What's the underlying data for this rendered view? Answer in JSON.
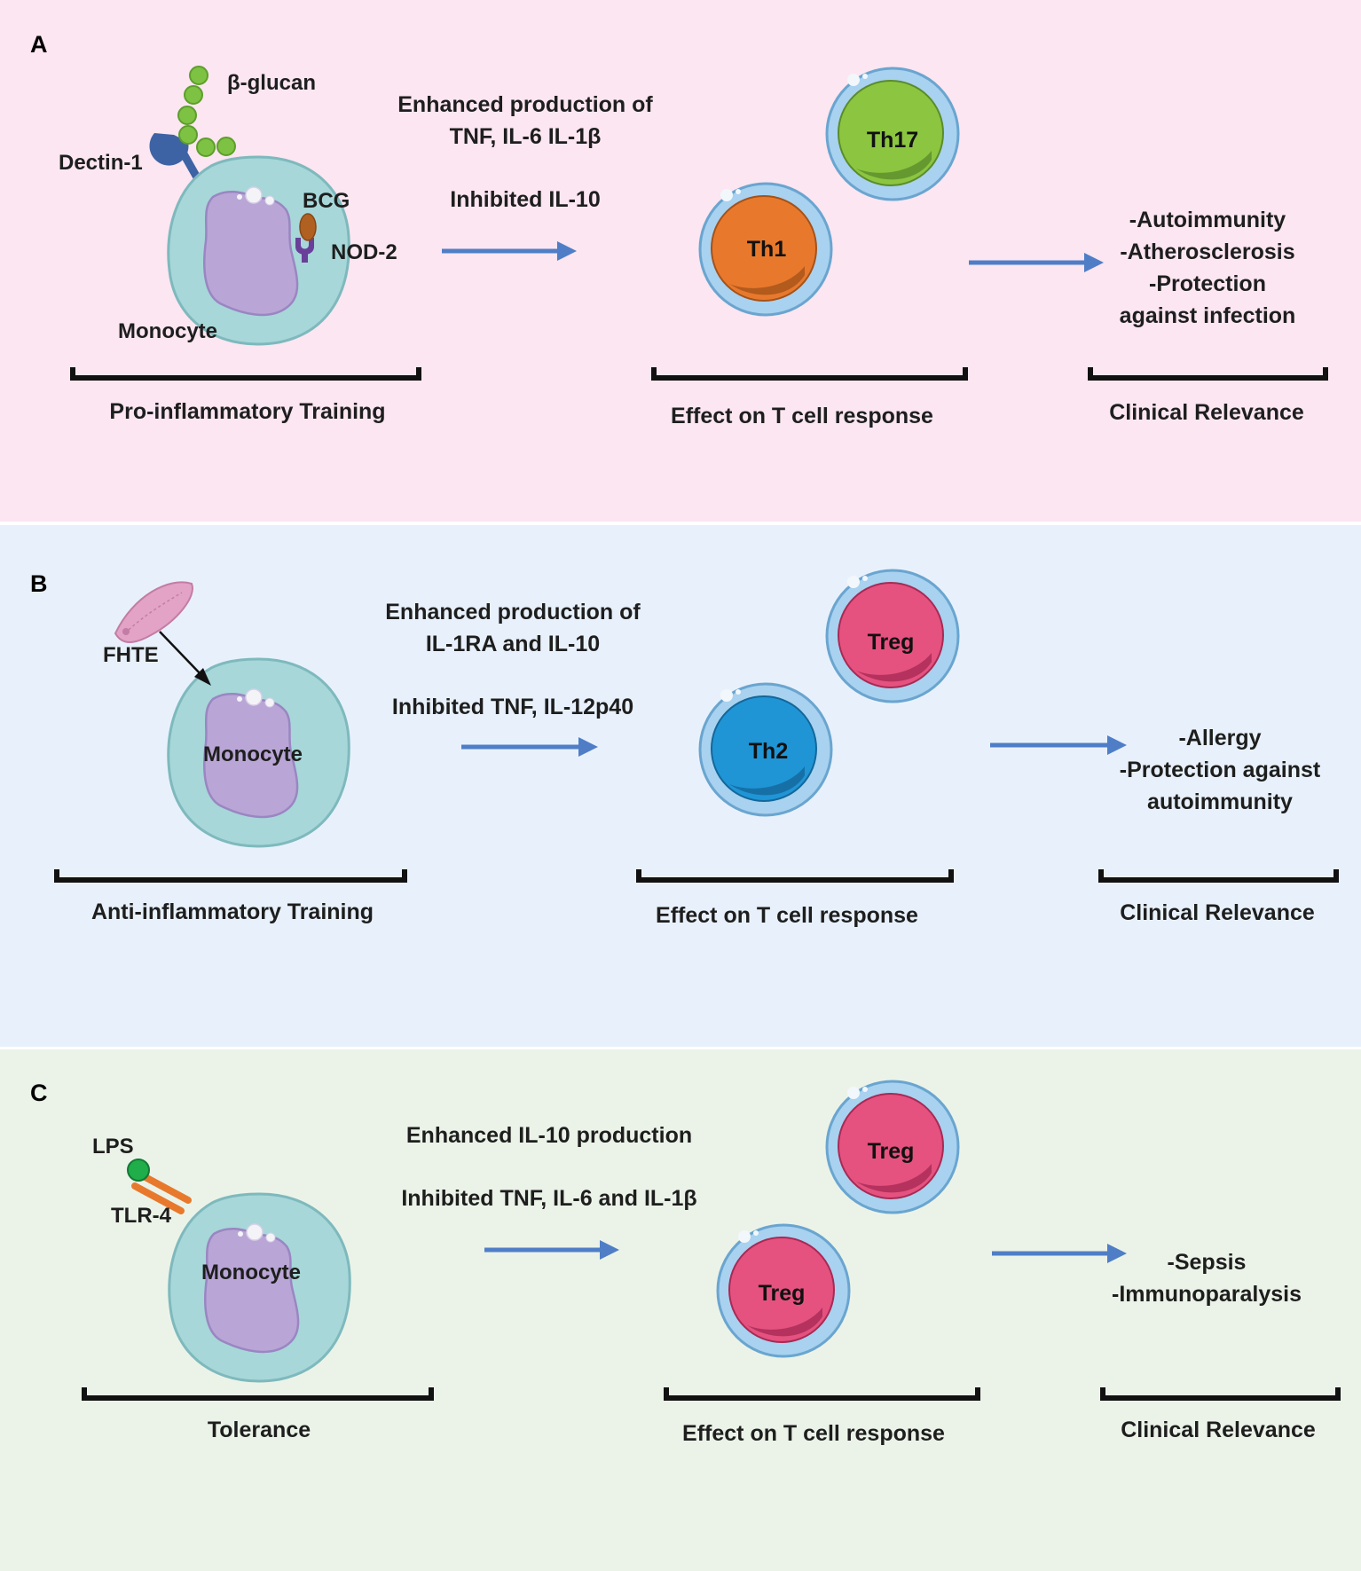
{
  "colors": {
    "panel_a_bg": "#fbe6f1",
    "panel_b_bg": "#e8f1fb",
    "panel_c_bg": "#ebf3e8",
    "arrow": "#4f7ec7",
    "monocyte_body": "#a7d7d9",
    "monocyte_nucleus": "#b9a6d6",
    "t_cell_outer": "#a8d2ef",
    "th1": "#e8792c",
    "th17": "#8cc540",
    "th2": "#1f95d6",
    "treg": "#e5527f",
    "dectin1": "#3e63a5",
    "beta_glucan": "#7dc242",
    "bcg": "#b06021",
    "nod2": "#6a3f9a",
    "lps": "#1fae4a",
    "tlr4": "#e8792c",
    "fhte": "#e2a3c6"
  },
  "panels": [
    {
      "letter": "A",
      "labels": {
        "beta_glucan": "β-glucan",
        "dectin1": "Dectin-1",
        "bcg": "BCG",
        "nod2": "NOD-2",
        "monocyte": "Monocyte"
      },
      "cytokine_lines": [
        "Enhanced production of",
        "TNF, IL-6 IL-1β",
        "Inhibited IL-10"
      ],
      "t_cells": [
        "Th17",
        "Th1"
      ],
      "clinical": [
        "-Autoimmunity",
        "-Atherosclerosis",
        "-Protection",
        "against infection"
      ],
      "captions": [
        "Pro-inflammatory Training",
        "Effect on T cell response",
        "Clinical Relevance"
      ]
    },
    {
      "letter": "B",
      "labels": {
        "fhte": "FHTE",
        "monocyte": "Monocyte"
      },
      "cytokine_lines": [
        "Enhanced production of",
        "IL-1RA and IL-10",
        "Inhibited TNF, IL-12p40"
      ],
      "t_cells": [
        "Treg",
        "Th2"
      ],
      "clinical": [
        "-Allergy",
        "-Protection against",
        "autoimmunity"
      ],
      "captions": [
        "Anti-inflammatory Training",
        "Effect on T cell response",
        "Clinical Relevance"
      ]
    },
    {
      "letter": "C",
      "labels": {
        "lps": "LPS",
        "tlr4": "TLR-4",
        "monocyte": "Monocyte"
      },
      "cytokine_lines": [
        "Enhanced IL-10 production",
        "Inhibited TNF, IL-6 and IL-1β"
      ],
      "t_cells": [
        "Treg",
        "Treg"
      ],
      "clinical": [
        "-Sepsis",
        "-Immunoparalysis"
      ],
      "captions": [
        "Tolerance",
        "Effect on T cell response",
        "Clinical Relevance"
      ]
    }
  ]
}
